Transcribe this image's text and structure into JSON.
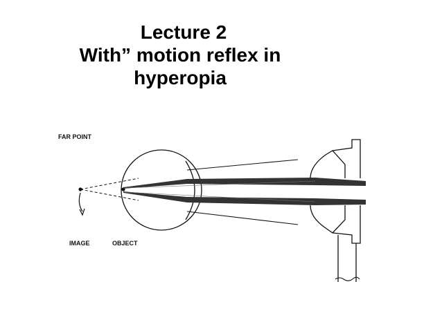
{
  "title": {
    "line1": "Lecture 2",
    "line2": "With” motion reflex in",
    "line3": "hyperopia"
  },
  "diagram": {
    "labels": {
      "far_point": "FAR POINT",
      "image": "IMAGE",
      "object": "OBJECT"
    },
    "colors": {
      "ink": "#111111",
      "beam": "#333333"
    }
  }
}
